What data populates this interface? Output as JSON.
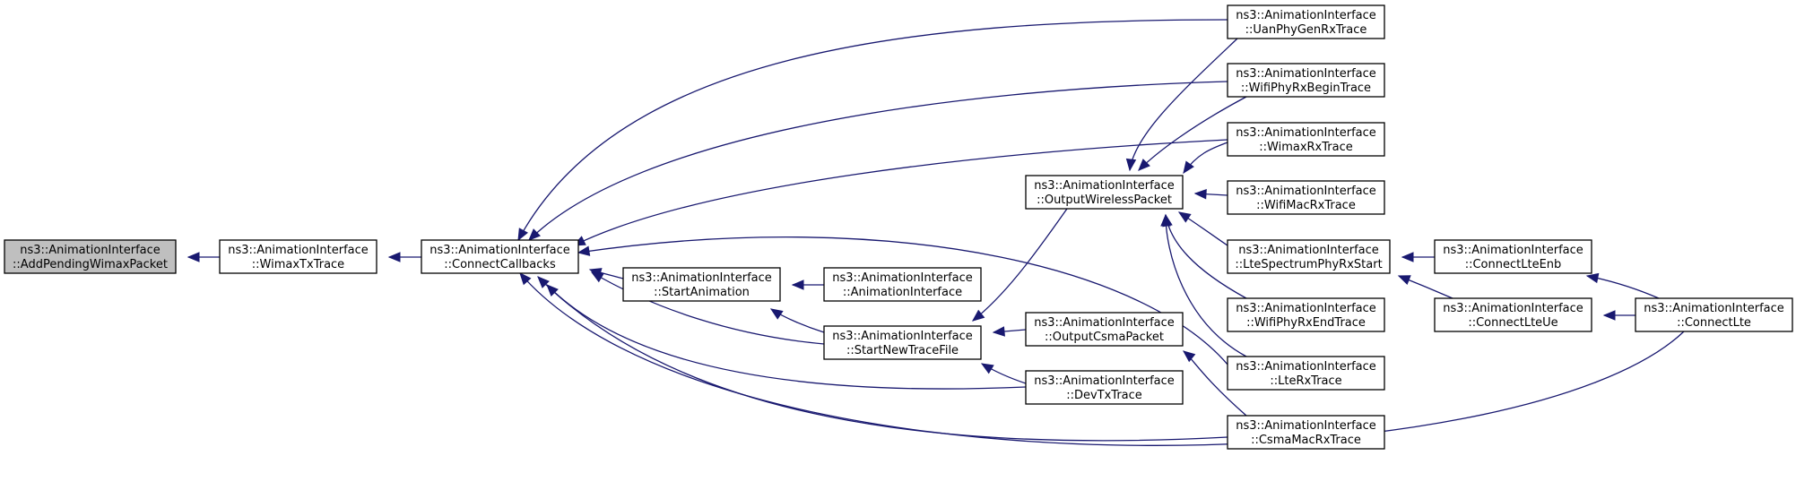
{
  "graph": {
    "edge_color": "#191970",
    "root_fill": "#bfbfbf",
    "nodes": [
      {
        "id": "n1",
        "line1": "ns3::AnimationInterface",
        "line2": "::AddPendingWimaxPacket",
        "root": true
      },
      {
        "id": "n2",
        "line1": "ns3::AnimationInterface",
        "line2": "::WimaxTxTrace"
      },
      {
        "id": "n3",
        "line1": "ns3::AnimationInterface",
        "line2": "::ConnectCallbacks"
      },
      {
        "id": "n4",
        "line1": "ns3::AnimationInterface",
        "line2": "::StartAnimation"
      },
      {
        "id": "n5",
        "line1": "ns3::AnimationInterface",
        "line2": "::AnimationInterface"
      },
      {
        "id": "n6",
        "line1": "ns3::AnimationInterface",
        "line2": "::StartNewTraceFile"
      },
      {
        "id": "n7",
        "line1": "ns3::AnimationInterface",
        "line2": "::OutputWirelessPacket"
      },
      {
        "id": "n8",
        "line1": "ns3::AnimationInterface",
        "line2": "::OutputCsmaPacket"
      },
      {
        "id": "n9",
        "line1": "ns3::AnimationInterface",
        "line2": "::DevTxTrace"
      },
      {
        "id": "n10",
        "line1": "ns3::AnimationInterface",
        "line2": "::UanPhyGenRxTrace"
      },
      {
        "id": "n11",
        "line1": "ns3::AnimationInterface",
        "line2": "::WifiPhyRxBeginTrace"
      },
      {
        "id": "n12",
        "line1": "ns3::AnimationInterface",
        "line2": "::WimaxRxTrace"
      },
      {
        "id": "n13",
        "line1": "ns3::AnimationInterface",
        "line2": "::WifiMacRxTrace"
      },
      {
        "id": "n14",
        "line1": "ns3::AnimationInterface",
        "line2": "::LteSpectrumPhyRxStart"
      },
      {
        "id": "n15",
        "line1": "ns3::AnimationInterface",
        "line2": "::WifiPhyRxEndTrace"
      },
      {
        "id": "n16",
        "line1": "ns3::AnimationInterface",
        "line2": "::LteRxTrace"
      },
      {
        "id": "n17",
        "line1": "ns3::AnimationInterface",
        "line2": "::CsmaMacRxTrace"
      },
      {
        "id": "n18",
        "line1": "ns3::AnimationInterface",
        "line2": "::ConnectLteEnb"
      },
      {
        "id": "n19",
        "line1": "ns3::AnimationInterface",
        "line2": "::ConnectLteUe"
      },
      {
        "id": "n20",
        "line1": "ns3::AnimationInterface",
        "line2": "::ConnectLte"
      }
    ],
    "edges": [
      {
        "from": "n2",
        "to": "n1"
      },
      {
        "from": "n3",
        "to": "n2"
      },
      {
        "from": "n4",
        "to": "n3"
      },
      {
        "from": "n6",
        "to": "n3"
      },
      {
        "from": "n9",
        "to": "n3"
      },
      {
        "from": "n10",
        "to": "n3"
      },
      {
        "from": "n11",
        "to": "n3"
      },
      {
        "from": "n12",
        "to": "n3"
      },
      {
        "from": "n16",
        "to": "n3"
      },
      {
        "from": "n17",
        "to": "n3"
      },
      {
        "from": "n20",
        "to": "n3"
      },
      {
        "from": "n5",
        "to": "n4"
      },
      {
        "from": "n6",
        "to": "n4"
      },
      {
        "from": "n7",
        "to": "n6"
      },
      {
        "from": "n8",
        "to": "n6"
      },
      {
        "from": "n9",
        "to": "n6"
      },
      {
        "from": "n10",
        "to": "n7"
      },
      {
        "from": "n11",
        "to": "n7"
      },
      {
        "from": "n12",
        "to": "n7"
      },
      {
        "from": "n13",
        "to": "n7"
      },
      {
        "from": "n14",
        "to": "n7"
      },
      {
        "from": "n15",
        "to": "n7"
      },
      {
        "from": "n16",
        "to": "n7"
      },
      {
        "from": "n17",
        "to": "n8"
      },
      {
        "from": "n18",
        "to": "n14"
      },
      {
        "from": "n19",
        "to": "n14"
      },
      {
        "from": "n20",
        "to": "n18"
      },
      {
        "from": "n20",
        "to": "n19"
      }
    ]
  }
}
